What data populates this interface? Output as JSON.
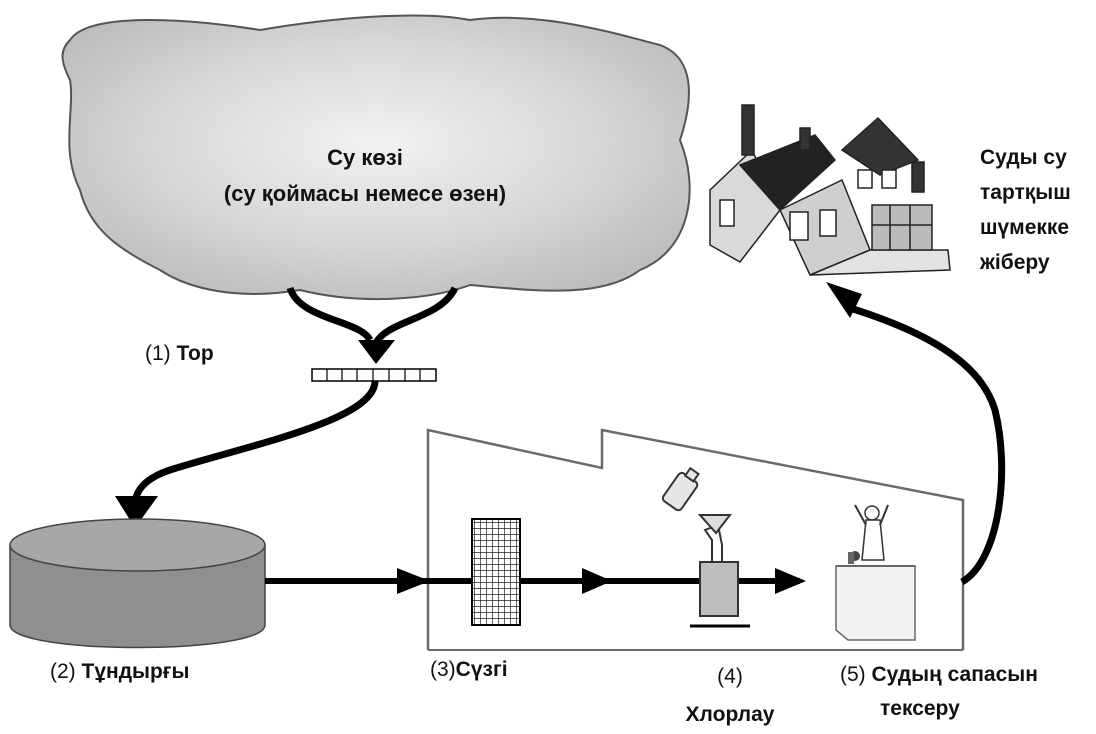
{
  "source": {
    "line1": "Су көзі",
    "line2": "(су қоймасы немесе өзен)"
  },
  "steps": [
    {
      "num": "(1)",
      "label": "Тор"
    },
    {
      "num": "(2)",
      "label": "Тұндырғы"
    },
    {
      "num": "(3)",
      "label": "Сүзгі"
    },
    {
      "num": "(4)",
      "label": "Хлорлау"
    },
    {
      "num": "(5)",
      "label_line1": "Судың сапасын",
      "label_line2": "тексеру"
    }
  ],
  "delivery": {
    "lines": [
      "Суды су",
      "тартқыш",
      "шүмекке",
      "жіберу"
    ]
  },
  "colors": {
    "cloud_fill": "#cfcfcf",
    "tank_fill": "#8f8f8f",
    "tank_top": "#a9a9a9",
    "arrow": "#000000",
    "building_stroke": "#555555"
  }
}
